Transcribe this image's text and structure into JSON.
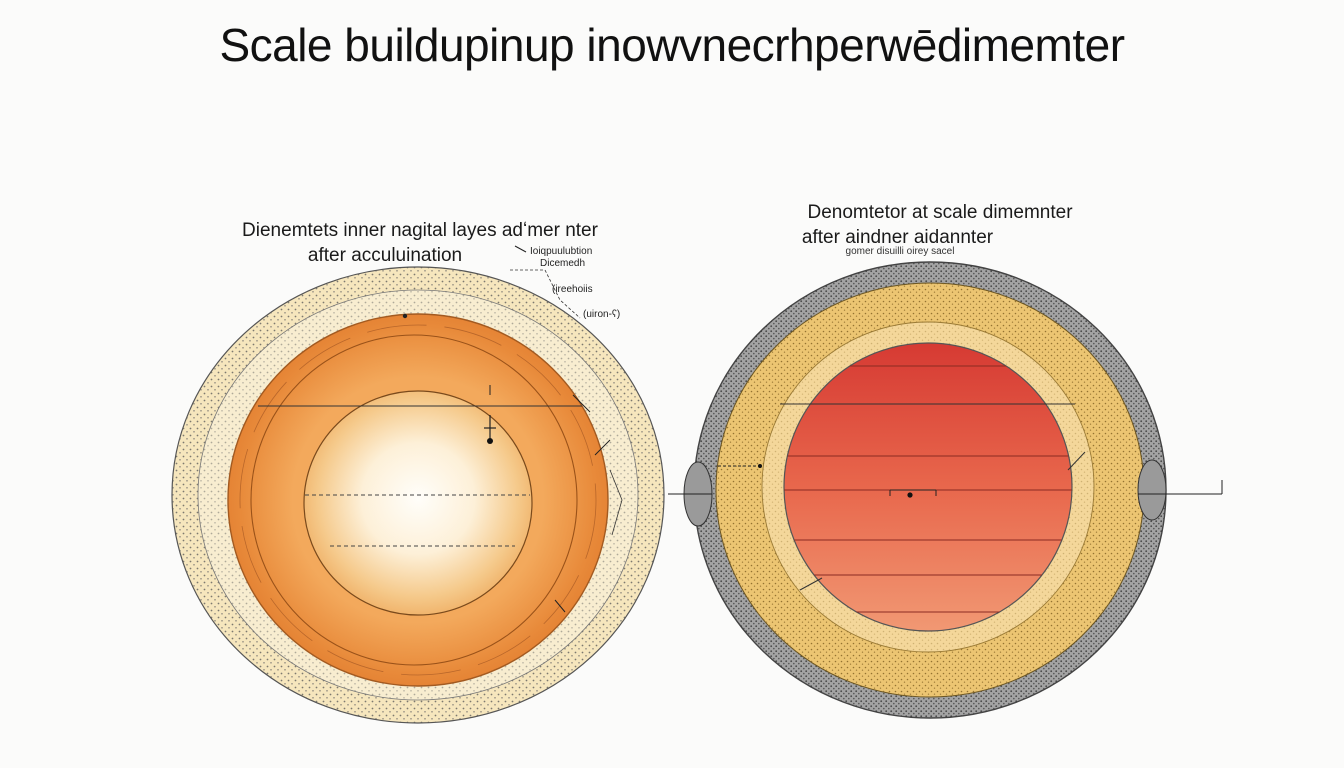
{
  "title": "Scale buildupinup inowvnecrhperwēdimemter",
  "left_diagram": {
    "caption_line1": "Dienemtets inner nagital layes adʻmer nter",
    "caption_line2": "after acculuination",
    "callouts": [
      "Ioiqpuulubtion",
      "Dicemedh",
      "(ireehoiis",
      "(uiron-ʕ)"
    ],
    "colors": {
      "outer_scale": "#f6e6bd",
      "ring_orange": "#e9893b",
      "core_light": "#fffcf4"
    }
  },
  "right_diagram": {
    "caption_line1": "Denomtetor at scale dimemnter",
    "caption_line2": "after aindner aidannter",
    "subcaption": "gomer disuilli oirey sacel",
    "colors": {
      "outer_shell": "#9c9c9c",
      "scale_layer": "#ecc572",
      "core_red": "#d9433a"
    }
  }
}
